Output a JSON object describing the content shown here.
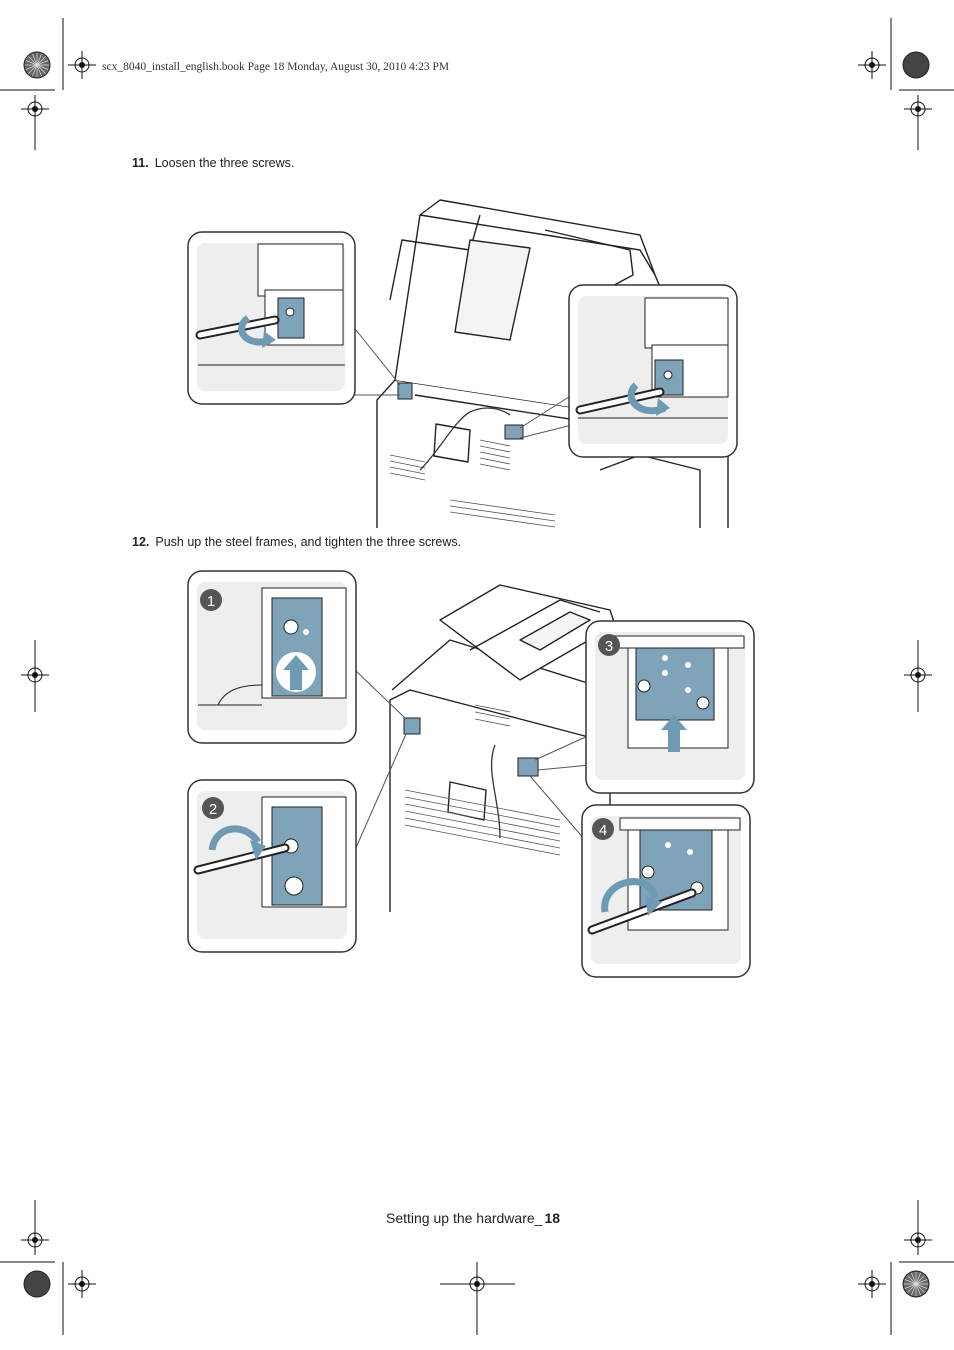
{
  "header": {
    "slug": "scx_8040_install_english.book  Page 18  Monday, August 30, 2010  4:23 PM"
  },
  "steps": [
    {
      "number": "11.",
      "text": "Loosen the three screws."
    },
    {
      "number": "12.",
      "text": "Push up the steel frames, and tighten the three screws."
    }
  ],
  "callouts": [
    "1",
    "2",
    "3",
    "4"
  ],
  "footer": {
    "section": "Setting up the hardware_",
    "page": "18"
  },
  "colors": {
    "bracket": "#7fa3b8",
    "arrow": "#6f9ab3",
    "badge": "#555555",
    "panel_bg": "#e9e9e9"
  }
}
